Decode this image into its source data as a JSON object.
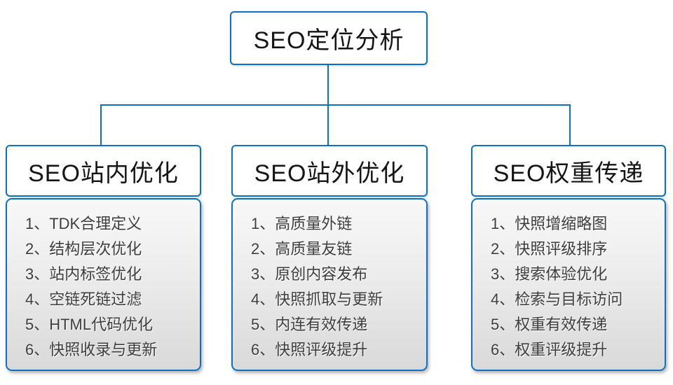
{
  "diagram_title": "SEO定位分析",
  "colors": {
    "line_blue": "#0b71c4",
    "box_border_blue": "#0b71c4",
    "list_gradient_top": "#f8f8f8",
    "list_gradient_bottom": "#d9d9d9",
    "header_text": "#151515",
    "list_text": "#3d3d3d"
  },
  "root": {
    "label": "SEO定位分析"
  },
  "columns": [
    {
      "header": "SEO站内优化",
      "items": [
        "1、TDK合理定义",
        "2、结构层次优化",
        "3、站内标签优化",
        "4、空链死链过滤",
        "5、HTML代码优化",
        "6、快照收录与更新"
      ]
    },
    {
      "header": "SEO站外优化",
      "items": [
        "1、高质量外链",
        "2、高质量友链",
        "3、原创内容发布",
        "4、快照抓取与更新",
        "5、内连有效传递",
        "6、快照评级提升"
      ]
    },
    {
      "header": "SEO权重传递",
      "items": [
        "1、快照增缩略图",
        "2、快照评级排序",
        "3、搜索体验优化",
        "4、检索与目标访问",
        "5、权重有效传递",
        "6、权重评级提升"
      ]
    }
  ]
}
